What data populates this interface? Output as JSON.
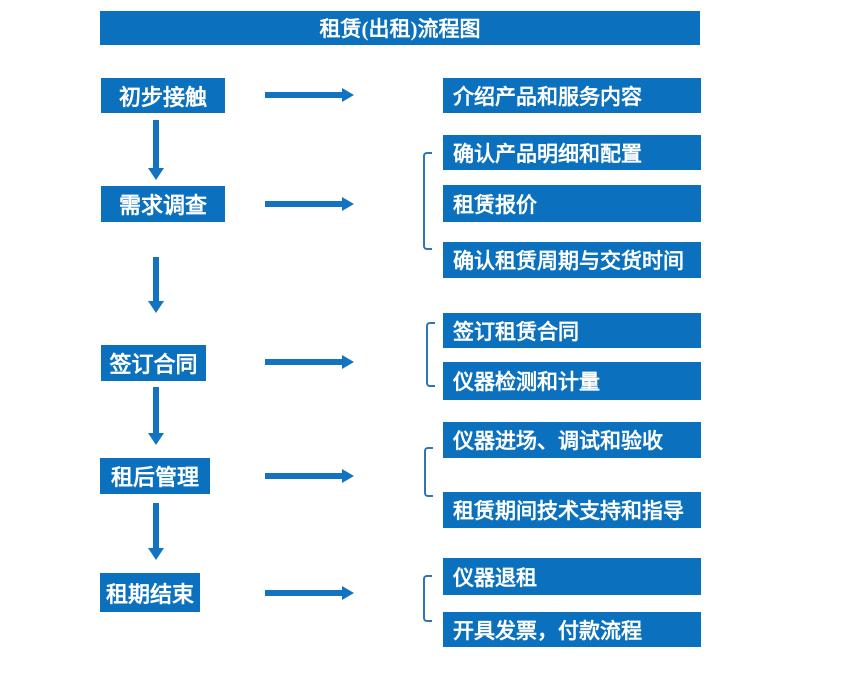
{
  "title": "租赁(出租)流程图",
  "colors": {
    "box": "#0b70bd",
    "arrow": "#1274c0",
    "bracket": "#2e75b6",
    "text": "#ffffff",
    "background": "#ffffff"
  },
  "stages": [
    {
      "label": "初步接触",
      "details": [
        "介绍产品和服务内容"
      ]
    },
    {
      "label": "需求调查",
      "details": [
        "确认产品明细和配置",
        "租赁报价",
        "确认租赁周期与交货时间"
      ]
    },
    {
      "label": "签订合同",
      "details": [
        "签订租赁合同",
        "仪器检测和计量"
      ]
    },
    {
      "label": "租后管理",
      "details": [
        "仪器进场、调试和验收",
        "租赁期间技术支持和指导"
      ]
    },
    {
      "label": "租期结束",
      "details": [
        "仪器退租",
        "开具发票，付款流程"
      ]
    }
  ]
}
